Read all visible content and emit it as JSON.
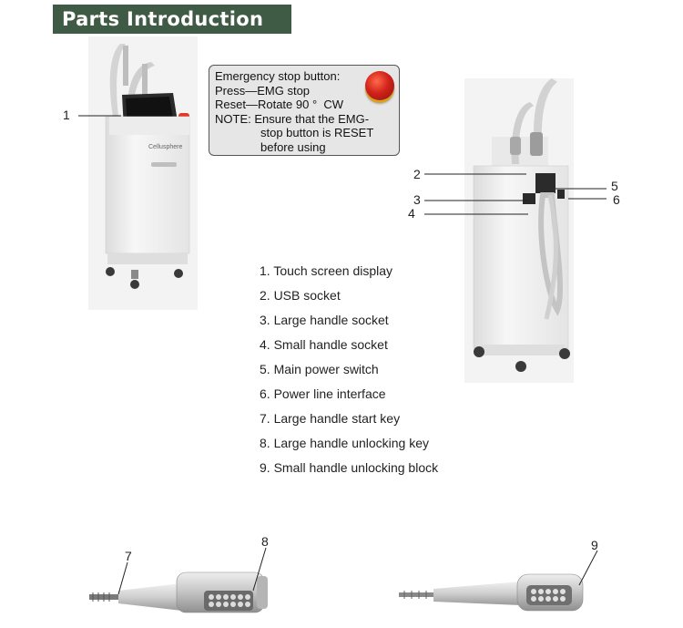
{
  "header": {
    "title": "Parts Introduction"
  },
  "emergency_note": {
    "lines": [
      "Emergency stop button:",
      "Press—EMG stop",
      "Reset—Rotate 90 °  CW",
      "NOTE: Ensure that the EMG-",
      "stop button is RESET",
      "before using"
    ]
  },
  "device_brand": "Cellusphere",
  "callouts": [
    "1",
    "2",
    "3",
    "4",
    "5",
    "6",
    "7",
    "8",
    "9"
  ],
  "parts_list": [
    "1. Touch screen display",
    "2. USB socket",
    "3. Large handle socket",
    "4. Small handle socket",
    "5. Main power switch",
    "6. Power line interface",
    "7. Large handle start key",
    "8. Large handle unlocking key",
    "9. Small handle unlocking block"
  ],
  "colors": {
    "header_bg": "#3f5b45",
    "header_text": "#ffffff",
    "note_bg": "#e6e6e6",
    "estop_red": "#d2231a",
    "estop_yellow": "#e3b21e"
  }
}
